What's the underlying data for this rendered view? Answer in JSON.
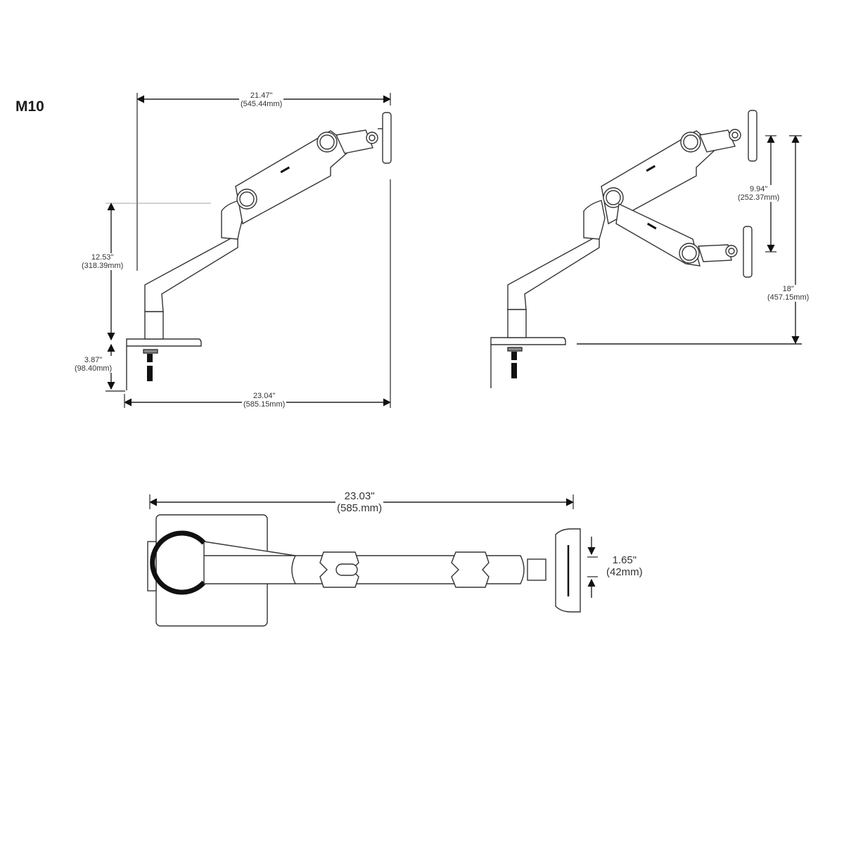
{
  "title": "M10",
  "side_view_single": {
    "arm_reach": {
      "inches": "21.47\"",
      "mm": "(545.44mm)"
    },
    "height_range": {
      "inches": "12.53\"",
      "mm": "(318.39mm)"
    },
    "clamp_height": {
      "inches": "3.87\"",
      "mm": "(98.40mm)"
    },
    "total_reach": {
      "inches": "23.04\"",
      "mm": "(585.15mm)"
    }
  },
  "side_view_range": {
    "vertical_travel": {
      "inches": "9.94\"",
      "mm": "(252.37mm)"
    },
    "max_height": {
      "inches": "18\"",
      "mm": "(457.15mm)"
    }
  },
  "top_view": {
    "total_length": {
      "inches": "23.03\"",
      "mm": "(585.mm)"
    },
    "mount_offset": {
      "inches": "1.65\"",
      "mm": "(42mm)"
    }
  },
  "colors": {
    "line": "#333333",
    "fill": "#ffffff",
    "dark": "#111111"
  }
}
